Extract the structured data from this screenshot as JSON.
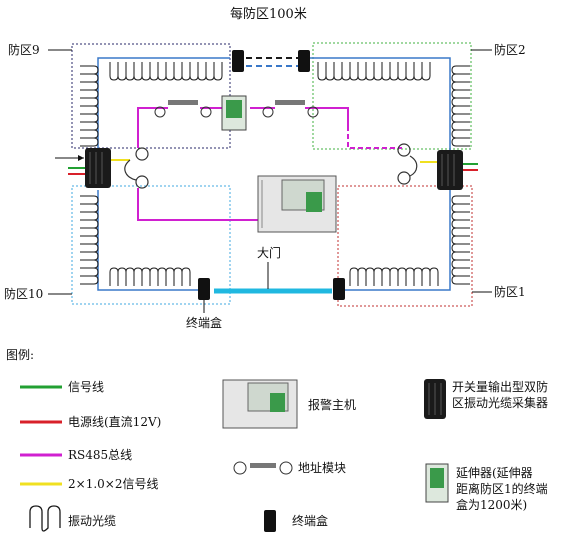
{
  "diagram": {
    "top_label": "每防区100米",
    "zones": {
      "zone9": "防区9",
      "zone2": "防区2",
      "zone10": "防区10",
      "zone1": "防区1"
    },
    "gate_label": "大门",
    "end_box_label": "终端盒"
  },
  "legend": {
    "title": "图例:",
    "items": {
      "signal_line": "信号线",
      "power_line": "电源线(直流12V)",
      "rs485": "RS485总线",
      "cable_2x1": "2×1.0×2信号线",
      "vibration_cable": "振动光缆",
      "alarm_host": "报警主机",
      "address_module": "地址模块",
      "end_box": "终端盒",
      "collector_line1": "开关量输出型双防",
      "collector_line2": "区振动光缆采集器",
      "extender_line1": "延伸器(延伸器",
      "extender_line2": "距离防区1的终端",
      "extender_line3": "盒为1200米)"
    }
  },
  "colors": {
    "signal": "#22a032",
    "power": "#d8202a",
    "rs485": "#d020d0",
    "cable_2x1": "#f0e020",
    "fiber_blue": "#3a78c8",
    "gate": "#20b8e0",
    "zone9_border": "#2a2a6a",
    "zone2_border": "#40b040",
    "zone10_border": "#40a8e0",
    "zone1_border": "#c03030"
  }
}
